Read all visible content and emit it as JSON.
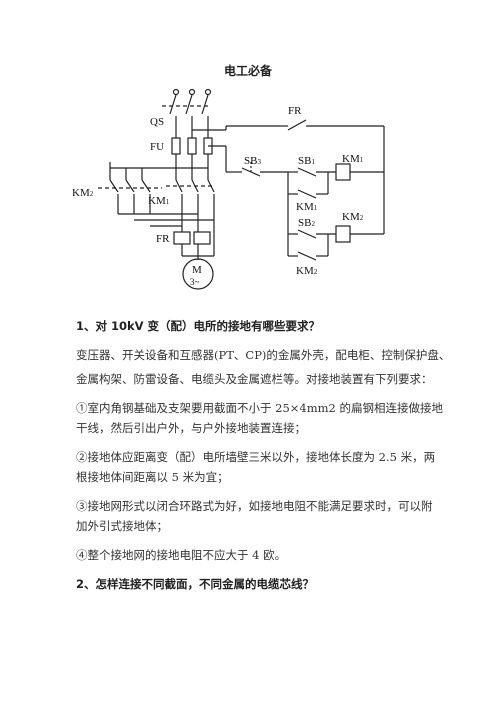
{
  "document": {
    "title": "电工必备",
    "diagram_labels": {
      "qs": "QS",
      "fu": "FU",
      "fr_top": "FR",
      "sb3": "SB",
      "sb3_sub": "3",
      "sb1": "SB",
      "sb1_sub": "1",
      "km1_coil": "KM",
      "km1_coil_sub": "1",
      "km1_hold": "KM",
      "km1_hold_sub": "1",
      "sb2": "SB",
      "sb2_sub": "2",
      "km2_coil": "KM",
      "km2_coil_sub": "2",
      "km2_hold": "KM",
      "km2_hold_sub": "2",
      "km2_main": "KM",
      "km2_main_sub": "2",
      "km1_main": "KM",
      "km1_main_sub": "1",
      "fr_main": "FR",
      "motor_m": "M",
      "motor_phase": "3~"
    },
    "q1_heading": "1、对 10kV 变（配）电所的接地有哪些要求？",
    "q1_intro_line1": "变压器、开关设备和互感器(PT、CP)的金属外壳，配电柜、控制保护盘、",
    "q1_intro_line2": "金属构架、防雷设备、电缆头及金属遮栏等。对接地装置有下列要求：",
    "q1_item1_line1": "①室内角钢基础及支架要用截面不小于 25×4mm2 的扁钢相连接做接地",
    "q1_item1_line2": "干线，然后引出户外，与户外接地装置连接；",
    "q1_item2_line1": "②接地体应距离变（配）电所墙壁三米以外，接地体长度为 2.5 米，两",
    "q1_item2_line2": "根接地体间距离以 5 米为宜；",
    "q1_item3_line1": "③接地网形式以闭合环路式为好，如接地电阻不能满足要求时，可以附",
    "q1_item3_line2": "加外引式接地体；",
    "q1_item4": "④整个接地网的接地电阻不应大于 4 欧。",
    "q2_heading": "2、怎样连接不同截面，不同金属的电缆芯线？"
  }
}
